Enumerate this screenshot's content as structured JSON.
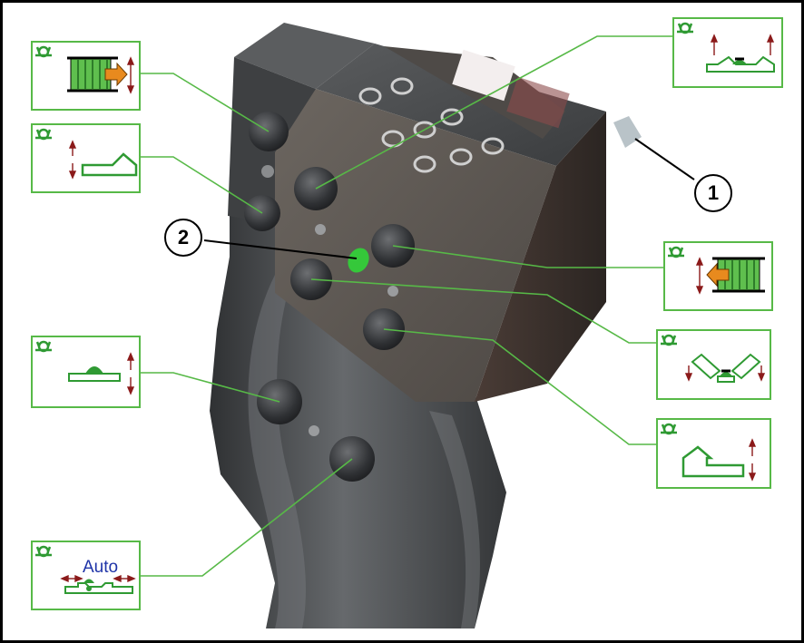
{
  "colors": {
    "frame": "#000000",
    "callout_border": "#57b947",
    "leader_line": "#57b947",
    "symbol_green": "#2f9a33",
    "reel_fill": "#5fbf4e",
    "arrow_red": "#8b1a1a",
    "arrow_orange": "#e88a1e",
    "auto_text": "#1f34a8",
    "handle_body": "#4b4d4f",
    "indicator_led": "#35c83a"
  },
  "icons": [
    "reel-move-right-icon",
    "header-raise-lower-icon",
    "center-section-raise-lower-icon",
    "auto-header-control-icon",
    "side-sections-raise-icon",
    "reel-move-left-icon",
    "side-sections-lower-icon",
    "header-raise-lower-icon",
    "power-crown-symbol-icon"
  ],
  "callouts": {
    "auto_label": "Auto"
  },
  "refs": {
    "one": "1",
    "two": "2"
  }
}
